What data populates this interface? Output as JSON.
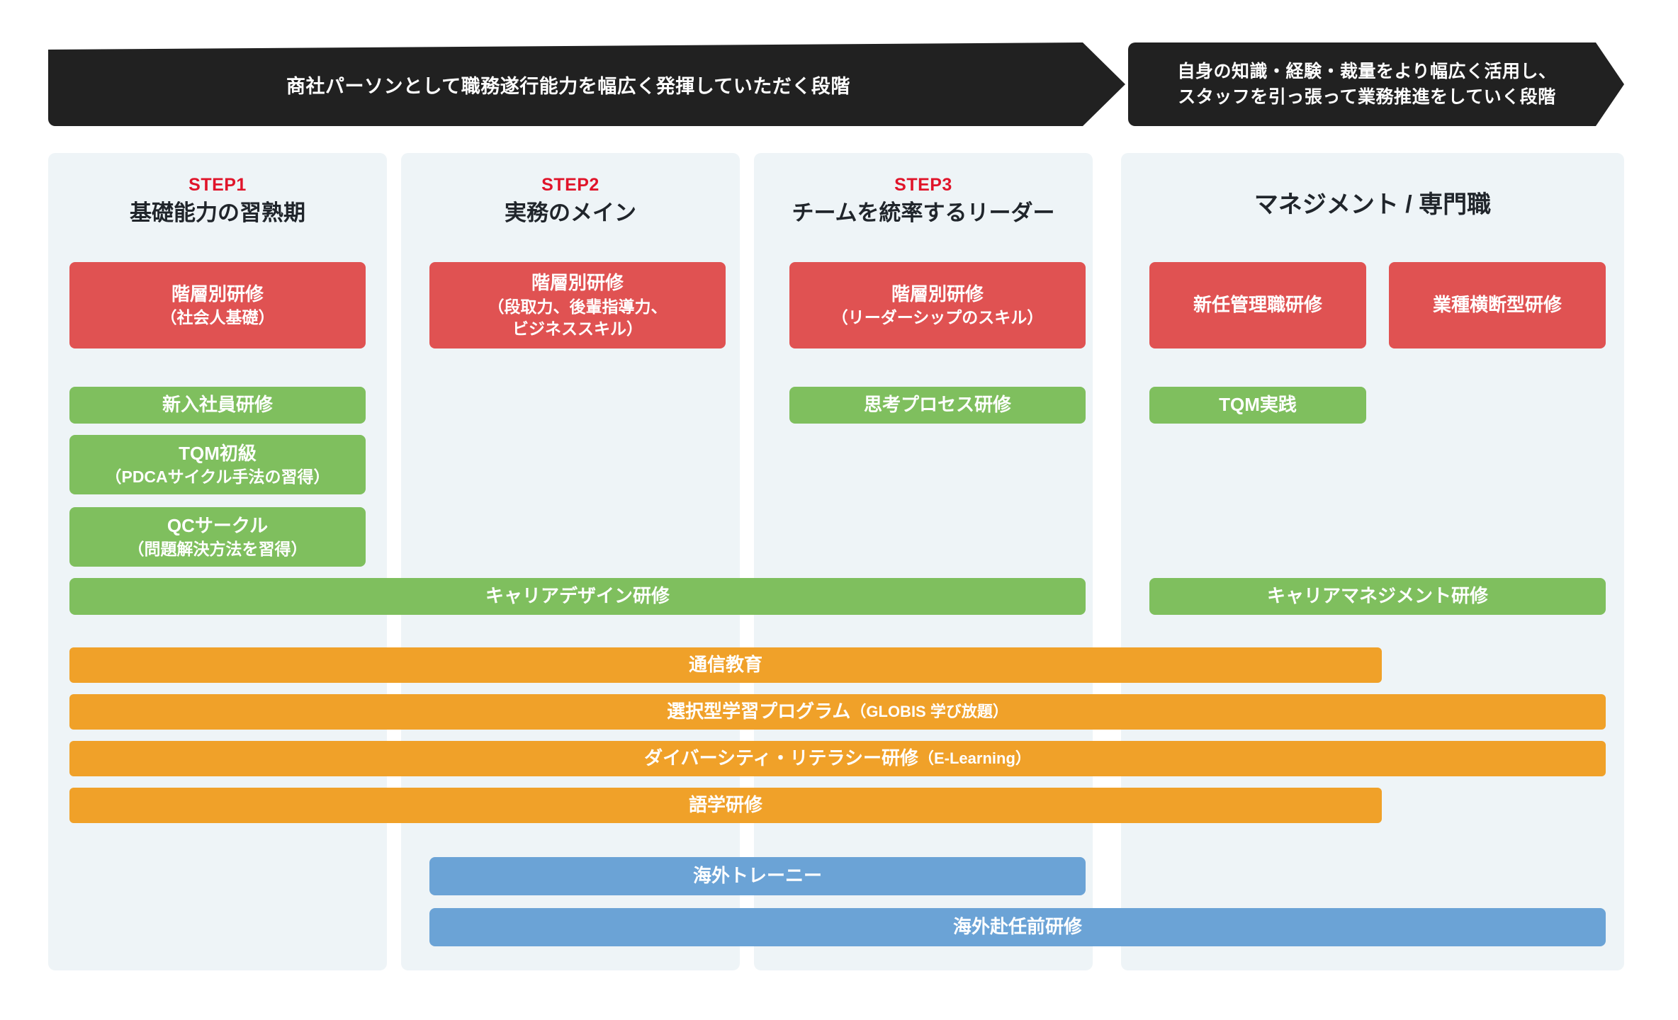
{
  "banners": {
    "left": "商社パーソンとして職務遂行能力を幅広く発揮していただく段階",
    "right_line1": "自身の知識・経験・裁量をより幅広く活用し、",
    "right_line2": "スタッフを引っ張って業務推進をしていく段階"
  },
  "columns": [
    {
      "step": "STEP1",
      "title": "基礎能力の習熟期"
    },
    {
      "step": "STEP2",
      "title": "実務のメイン"
    },
    {
      "step": "STEP3",
      "title": "チームを統率するリーダー"
    },
    {
      "step": "",
      "title": "マネジメント / 専門職"
    }
  ],
  "tier_boxes": {
    "step1": {
      "title": "階層別研修",
      "sub": "（社会人基礎）"
    },
    "step2": {
      "title": "階層別研修",
      "sub1": "（段取力、後輩指導力、",
      "sub2": "ビジネススキル）"
    },
    "step3": {
      "title": "階層別研修",
      "sub": "（リーダーシップのスキル）"
    },
    "mgmt_a": {
      "title": "新任管理職研修"
    },
    "mgmt_b": {
      "title": "業種横断型研修"
    }
  },
  "green_boxes": {
    "newcomer": {
      "title": "新入社員研修"
    },
    "tqm_basic": {
      "title": "TQM初級",
      "sub": "（PDCAサイクル手法の習得）"
    },
    "qc_circle": {
      "title": "QCサークル",
      "sub": "（問題解決方法を習得）"
    },
    "thinking_process": {
      "title": "思考プロセス研修"
    },
    "tqm_practice": {
      "title": "TQM実践"
    }
  },
  "career_bars": {
    "design": "キャリアデザイン研修",
    "management": "キャリアマネジメント研修"
  },
  "orange_bars": [
    {
      "label": "通信教育",
      "note": ""
    },
    {
      "label": "選択型学習プログラム",
      "note": "（GLOBIS 学び放題）"
    },
    {
      "label": "ダイバーシティ・リテラシー研修",
      "note": "（E-Learning）"
    },
    {
      "label": "語学研修",
      "note": ""
    }
  ],
  "blue_bars": [
    {
      "label": "海外トレーニー"
    },
    {
      "label": "海外赴任前研修"
    }
  ],
  "colors": {
    "banner": "#212121",
    "panel": "#eef4f7",
    "step_label": "#e0142a",
    "red": "#e05252",
    "green": "#7fbf5e",
    "orange": "#f0a129",
    "blue": "#6ba3d6",
    "background": "#ffffff"
  }
}
